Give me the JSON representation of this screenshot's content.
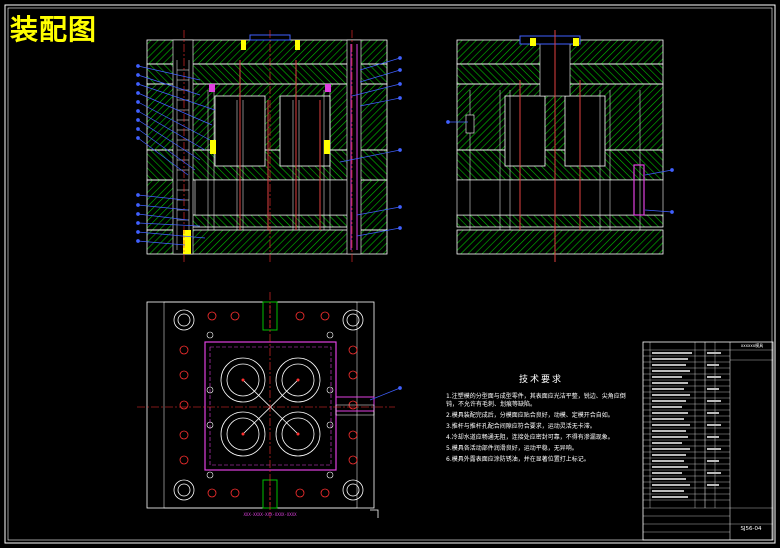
{
  "title": "装配图",
  "technical_requirements": {
    "heading": "技术要求",
    "items": [
      "1.注塑模的分型面与成型零件，其表面应光洁平整，锐边、尖角应倒钝，不允许有毛刺、划痕等缺陷。",
      "2.模具装配完成后，分模面应贴合良好，动模、定模开合自如。",
      "3.推杆与推杆孔配合间隙应符合要求，运动灵活无卡滞。",
      "4.冷却水道应畅通无阻，连接处应密封可靠，不得有渗漏现象。",
      "5.模具各活动部件润滑良好，运动平稳，无异响。",
      "6.模具外露表面应涂防锈油，并在显著位置打上标记。"
    ]
  },
  "title_block": {
    "drawing_no": "SJ56-04",
    "label_top": "xxxxxx模具"
  },
  "part_code_label": "XXX-XXXX-XXX-XXXX-XXXX",
  "colors": {
    "background": "#000000",
    "hatch": "#00c000",
    "outline": "#ffffff",
    "centerline": "#ff3030",
    "leader": "#4060ff",
    "cavity": "#e040e0",
    "title": "#ffff00"
  }
}
